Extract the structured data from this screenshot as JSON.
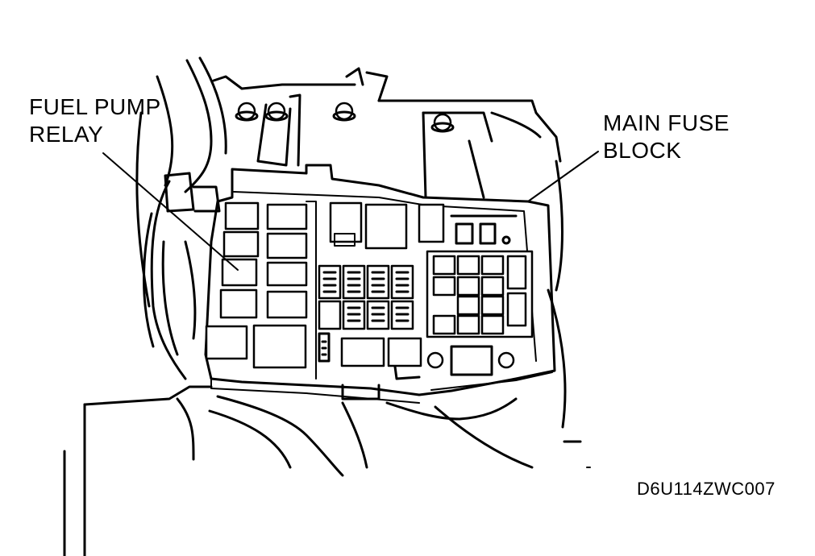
{
  "labels": {
    "fuel_pump_relay_line1": "FUEL PUMP",
    "fuel_pump_relay_line2": "RELAY",
    "main_fuse_block_line1": "MAIN FUSE",
    "main_fuse_block_line2": "BLOCK"
  },
  "figure_code": "D6U114ZWC007"
}
